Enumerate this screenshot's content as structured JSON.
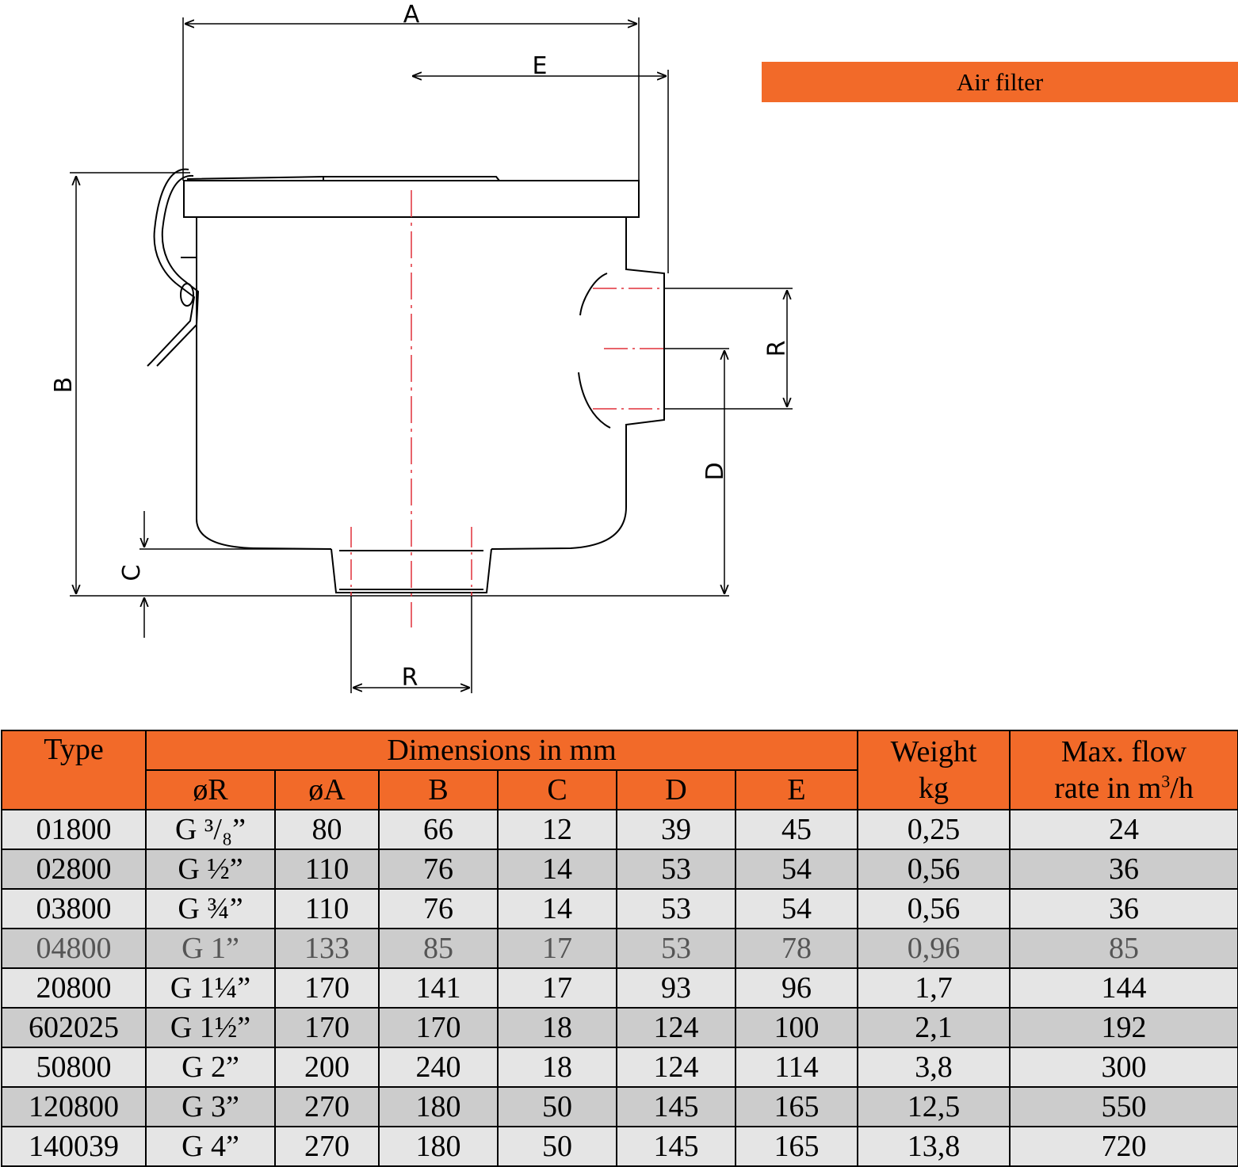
{
  "title": "Air filter",
  "drawing": {
    "labels": {
      "A": "A",
      "E": "E",
      "B": "B",
      "C": "C",
      "D": "D",
      "R_side": "R",
      "R_bottom": "R"
    }
  },
  "table": {
    "headers": {
      "type": "Type",
      "dimensions": "Dimensions in mm",
      "weight_line1": "Weight",
      "weight_line2": "kg",
      "flow_line1": "Max. flow",
      "flow_line2_pre": "rate in m",
      "flow_sup": "3",
      "flow_line2_post": "/h",
      "sub": [
        "øR",
        "øA",
        "B",
        "C",
        "D",
        "E"
      ]
    },
    "rows": [
      {
        "type": "01800",
        "r": "G ³/₈”",
        "a": "80",
        "b": "66",
        "c": "12",
        "d": "39",
        "e": "45",
        "weight": "0,25",
        "flow": "24"
      },
      {
        "type": "02800",
        "r": "G ½”",
        "a": "110",
        "b": "76",
        "c": "14",
        "d": "53",
        "e": "54",
        "weight": "0,56",
        "flow": "36"
      },
      {
        "type": "03800",
        "r": "G ¾”",
        "a": "110",
        "b": "76",
        "c": "14",
        "d": "53",
        "e": "54",
        "weight": "0,56",
        "flow": "36"
      },
      {
        "type": "04800",
        "r": "G 1”",
        "a": "133",
        "b": "85",
        "c": "17",
        "d": "53",
        "e": "78",
        "weight": "0,96",
        "flow": "85"
      },
      {
        "type": "20800",
        "r": "G 1¼”",
        "a": "170",
        "b": "141",
        "c": "17",
        "d": "93",
        "e": "96",
        "weight": "1,7",
        "flow": "144"
      },
      {
        "type": "602025",
        "r": "G 1½”",
        "a": "170",
        "b": "170",
        "c": "18",
        "d": "124",
        "e": "100",
        "weight": "2,1",
        "flow": "192"
      },
      {
        "type": "50800",
        "r": "G 2”",
        "a": "200",
        "b": "240",
        "c": "18",
        "d": "124",
        "e": "114",
        "weight": "3,8",
        "flow": "300"
      },
      {
        "type": "120800",
        "r": "G 3”",
        "a": "270",
        "b": "180",
        "c": "50",
        "d": "145",
        "e": "165",
        "weight": "12,5",
        "flow": "550"
      },
      {
        "type": "140039",
        "r": "G 4”",
        "a": "270",
        "b": "180",
        "c": "50",
        "d": "145",
        "e": "165",
        "weight": "13,8",
        "flow": "720"
      }
    ]
  },
  "colors": {
    "header_orange": "#f26a29",
    "row_light": "#e5e5e5",
    "row_dark": "#cccccc",
    "centerline_red": "#e0303a"
  }
}
